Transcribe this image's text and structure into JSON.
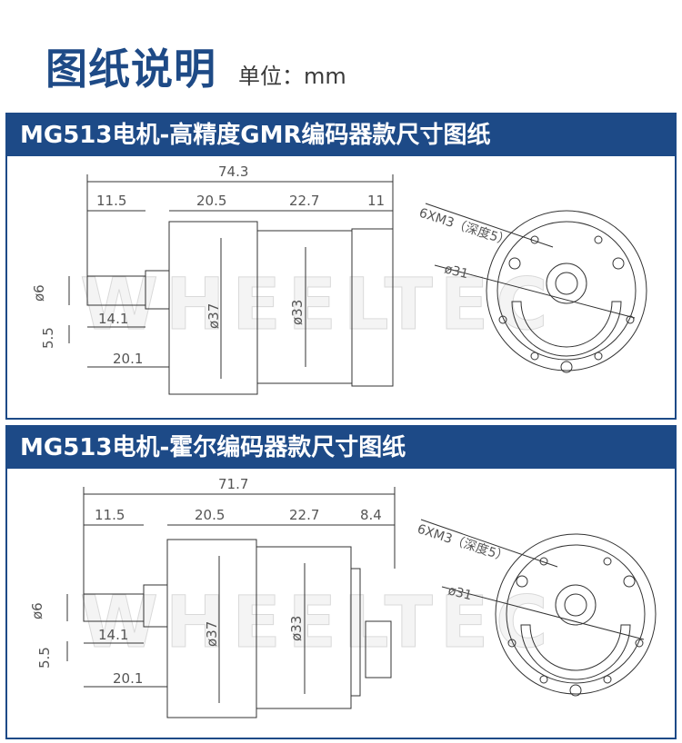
{
  "header": {
    "title": "图纸说明",
    "unit": "单位：mm"
  },
  "sections": [
    {
      "title": "MG513电机-高精度GMR编码器款尺寸图纸",
      "dims": {
        "total": "74.3",
        "shaft_len": "11.5",
        "gearbox": "20.5",
        "motor": "22.7",
        "encoder": "11",
        "shaft_d": "ø6",
        "offset": "5.5",
        "flat": "14.1",
        "base": "20.1",
        "gear_d": "ø37",
        "motor_d": "ø33",
        "hole": "6XM3（深度5）",
        "pcd": "ø31"
      },
      "watermark": "WHEELTEC"
    },
    {
      "title": "MG513电机-霍尔编码器款尺寸图纸",
      "dims": {
        "total": "71.7",
        "shaft_len": "11.5",
        "gearbox": "20.5",
        "motor": "22.7",
        "encoder": "8.4",
        "shaft_d": "ø6",
        "offset": "5.5",
        "flat": "14.1",
        "base": "20.1",
        "gear_d": "ø37",
        "motor_d": "ø33",
        "hole": "6XM3（深度5）",
        "pcd": "ø31"
      },
      "watermark": "WHEELTEC"
    }
  ]
}
